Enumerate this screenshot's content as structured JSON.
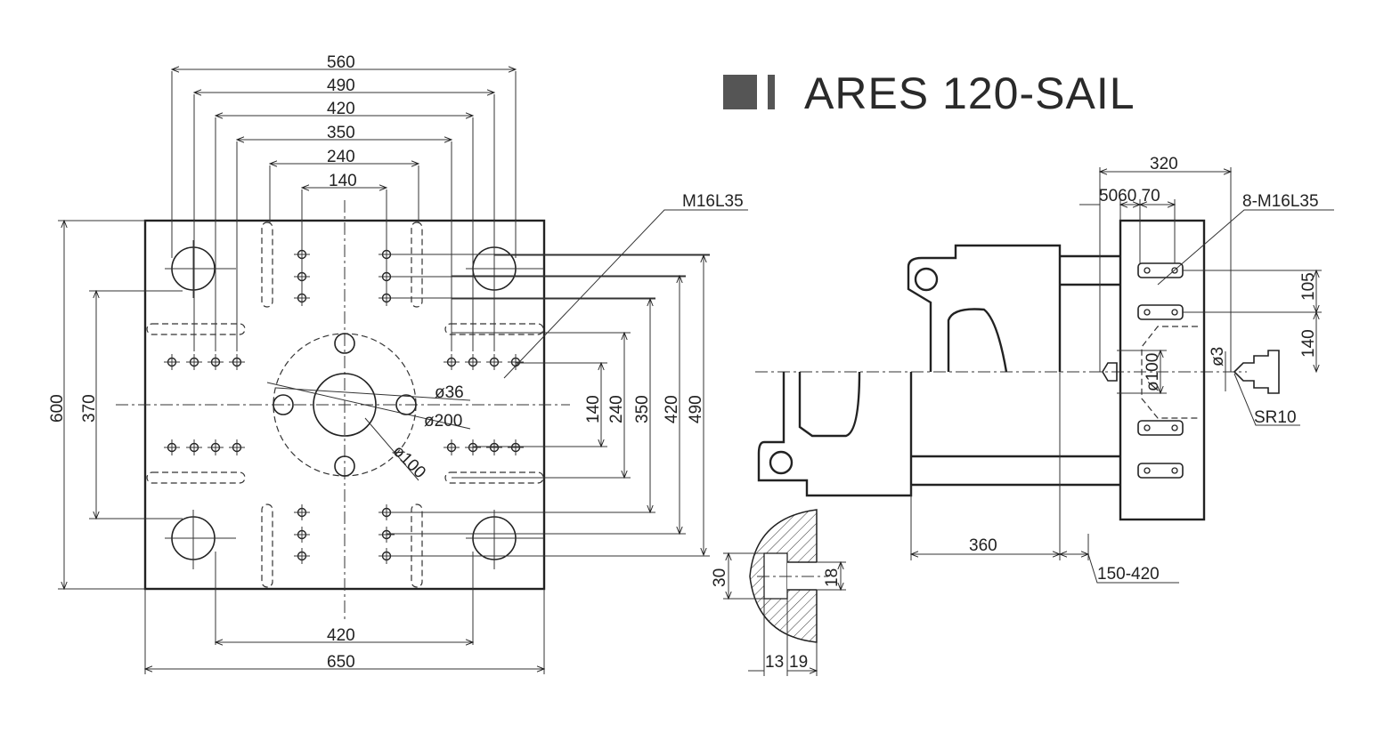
{
  "title": {
    "text": "ARES 120-SAIL",
    "accent_color": "#555555"
  },
  "platen_front": {
    "top_dims": [
      "560",
      "490",
      "420",
      "350",
      "240",
      "140"
    ],
    "left_dims": [
      "600",
      "370"
    ],
    "right_dims": [
      "140",
      "240",
      "350",
      "420",
      "490"
    ],
    "bottom_dims": [
      "420",
      "650"
    ],
    "thread_label": "M16L35",
    "dia_36": "ø36",
    "dia_200": "ø200",
    "dia_100": "ø100"
  },
  "side_view": {
    "dim_320": "320",
    "dim_50_60_70": "5060 70",
    "thread_label": "8-M16L35",
    "dim_105": "105",
    "dim_140": "140",
    "dia_3": "ø3",
    "dia_100": "ø100",
    "sr10": "SR10",
    "dim_360": "360",
    "dim_stroke": "150-420"
  },
  "nozzle_detail": {
    "dim_30": "30",
    "dim_18": "18",
    "dim_13": "13",
    "dim_19": "19"
  }
}
